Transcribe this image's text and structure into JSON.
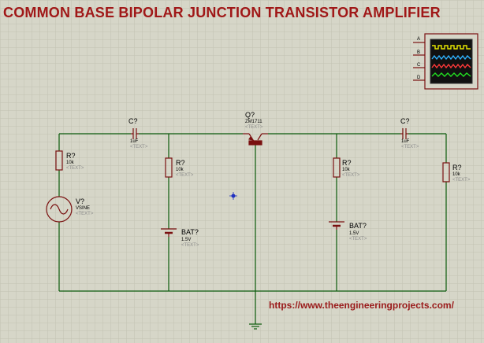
{
  "title": "COMMON BASE BIPOLAR JUNCTION TRANSISTOR AMPLIFIER",
  "url": "https://www.theengineeringprojects.com/",
  "colors": {
    "background": "#d6d6c8",
    "grid": "#c2c2b2",
    "wire": "#0b5a0b",
    "component": "#7a1010",
    "title": "#a01818",
    "label_dark": "#000000",
    "label_faint": "#8c8c8c"
  },
  "components": {
    "c1": {
      "ref": "C?",
      "value": "1uF",
      "text": "<TEXT>"
    },
    "r1": {
      "ref": "R?",
      "value": "10k",
      "text": "<TEXT>"
    },
    "v1": {
      "ref": "V?",
      "value": "VSINE",
      "text": "<TEXT>"
    },
    "r2": {
      "ref": "R?",
      "value": "10k",
      "text": "<TEXT>"
    },
    "bat1": {
      "ref": "BAT?",
      "value": "1.5V",
      "text": "<TEXT>"
    },
    "q1": {
      "ref": "Q?",
      "value": "ZM1711",
      "text": "<TEXT>"
    },
    "r3": {
      "ref": "R?",
      "value": "10k",
      "text": "<TEXT>"
    },
    "bat2": {
      "ref": "BAT?",
      "value": "1.5V",
      "text": "<TEXT>"
    },
    "c2": {
      "ref": "C?",
      "value": "1uF",
      "text": "<TEXT>"
    },
    "r4": {
      "ref": "R?",
      "value": "10k",
      "text": "<TEXT>"
    }
  },
  "oscilloscope": {
    "channels": [
      "A",
      "B",
      "C",
      "D"
    ]
  }
}
